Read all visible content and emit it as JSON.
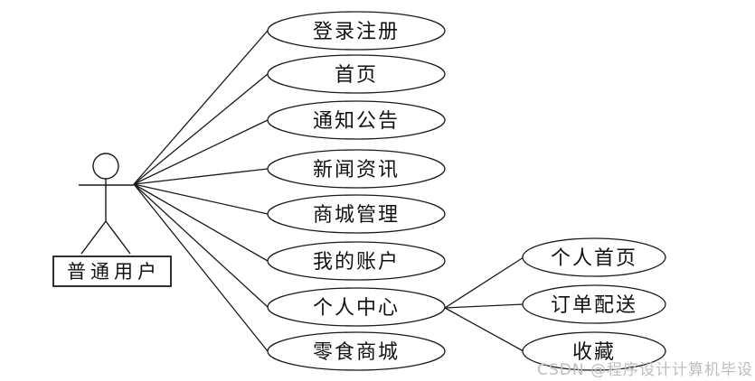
{
  "diagram": {
    "title": "use-case-diagram",
    "actor": {
      "label": "普通用户"
    },
    "use_cases": [
      {
        "label": "登录注册"
      },
      {
        "label": "首页"
      },
      {
        "label": "通知公告"
      },
      {
        "label": "新闻资讯"
      },
      {
        "label": "商城管理"
      },
      {
        "label": "我的账户"
      },
      {
        "label": "个人中心"
      },
      {
        "label": "零食商城"
      }
    ],
    "sub_use_cases": [
      {
        "label": "个人首页",
        "parent": "个人中心"
      },
      {
        "label": "订单配送",
        "parent": "个人中心"
      },
      {
        "label": "收藏",
        "parent": "个人中心"
      }
    ],
    "connections": [
      {
        "from": "普通用户",
        "to": "登录注册"
      },
      {
        "from": "普通用户",
        "to": "首页"
      },
      {
        "from": "普通用户",
        "to": "通知公告"
      },
      {
        "from": "普通用户",
        "to": "新闻资讯"
      },
      {
        "from": "普通用户",
        "to": "商城管理"
      },
      {
        "from": "普通用户",
        "to": "我的账户"
      },
      {
        "from": "普通用户",
        "to": "个人中心"
      },
      {
        "from": "普通用户",
        "to": "零食商城"
      },
      {
        "from": "个人中心",
        "to": "个人首页"
      },
      {
        "from": "个人中心",
        "to": "订单配送"
      },
      {
        "from": "个人中心",
        "to": "收藏"
      }
    ],
    "watermark": "CSDN @程序设计计算机毕设",
    "colors": {
      "stroke": "#1a1a1a",
      "shape_fill": "#ffffff",
      "watermark": "#bdbdbd",
      "background": "#ffffff"
    }
  }
}
